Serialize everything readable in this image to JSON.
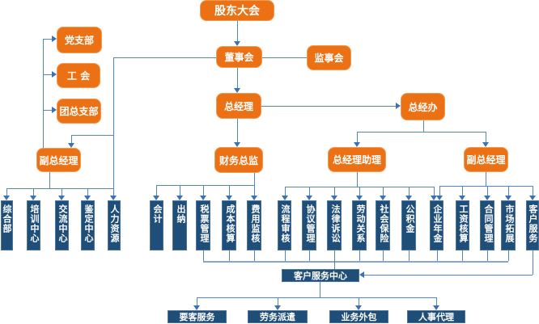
{
  "colors": {
    "node_orange": "#EC7115",
    "node_orange_border": "#F19A55",
    "node_navy": "#1F4E79",
    "connector_blue": "#4E86C6",
    "arrow_blue": "#3A72B4",
    "text_white": "#FFFFFF",
    "background": "#FFFFFF"
  },
  "nodes": {
    "shareholders": "股东大会",
    "party_branch": "党支部",
    "labor_union": "工 会",
    "youth_league": "团总支部",
    "board": "董事会",
    "supervisors": "监事会",
    "gm": "总经理",
    "gm_office": "总经办",
    "vgm_left": "副总经理",
    "cfo": "财务总监",
    "gm_assistant": "总经理助理",
    "vgm_right": "副总经理",
    "zonghe": "综合部",
    "peixun": "培训中心",
    "jiaoliu": "交流中心",
    "jianding": "鉴定中心",
    "renli": "人力资源",
    "kuaiji": "会计",
    "chuna": "出纳",
    "shuipiao": "税票管理",
    "chengben": "成本核算",
    "feiyong": "费用监核",
    "liucheng": "流程审核",
    "xieyi": "协议管理",
    "falv": "法律诉讼",
    "laodong": "劳动关系",
    "shehui": "社会保险",
    "gongjijin": "公积金",
    "qiyenianjin": "企业年金",
    "gongzi": "工资核算",
    "hetong": "合同管理",
    "shichang": "市场拓展",
    "kehufuwu": "客户服务",
    "service_center": "客户服务中心",
    "yaoke": "要客服务",
    "laowu": "劳务派遣",
    "yewu": "业务外包",
    "renshi": "人事代理"
  }
}
